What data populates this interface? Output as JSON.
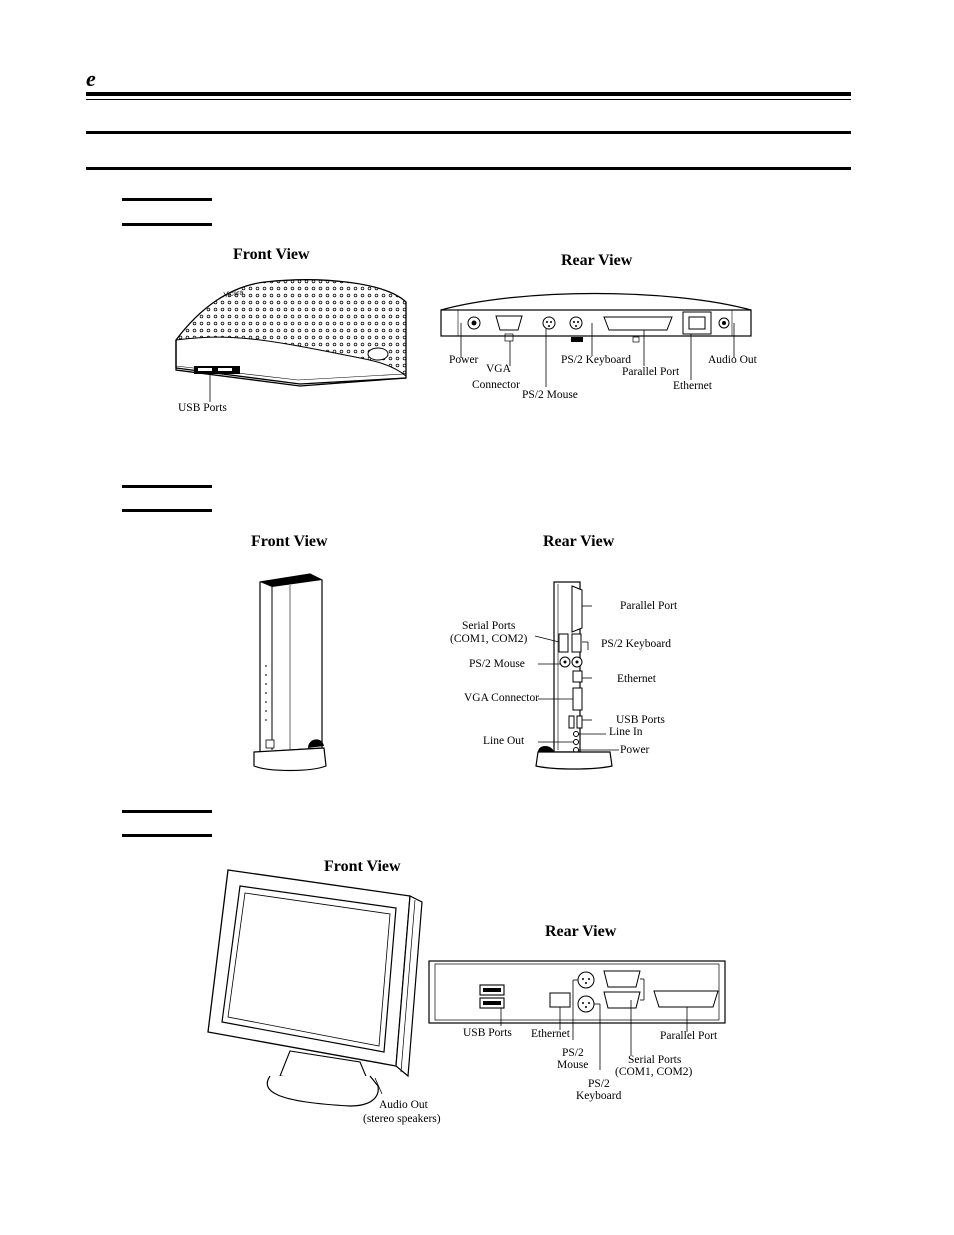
{
  "header": {
    "letter": "e"
  },
  "device1": {
    "front_title": "Front View",
    "rear_title": "Rear View",
    "brand": "Vicara",
    "front_labels": {
      "usb": "USB Ports"
    },
    "rear_labels": {
      "power": "Power",
      "vga_1": "VGA",
      "vga_2": "Connector",
      "ps2_mouse": "PS/2 Mouse",
      "ps2_keyboard": "PS/2 Keyboard",
      "parallel": "Parallel Port",
      "ethernet": "Ethernet",
      "audio_out": "Audio Out"
    }
  },
  "device2": {
    "front_title": "Front View",
    "rear_title": "Rear View",
    "rear_labels": {
      "parallel": "Parallel Port",
      "serial_1": "Serial Ports",
      "serial_2": "(COM1, COM2)",
      "ps2_keyboard": "PS/2 Keyboard",
      "ps2_mouse": "PS/2 Mouse",
      "ethernet": "Ethernet",
      "vga": "VGA Connector",
      "usb": "USB Ports",
      "line_in": "Line In",
      "line_out": "Line Out",
      "power": "Power"
    }
  },
  "device3": {
    "front_title": "Front View",
    "rear_title": "Rear View",
    "front_labels": {
      "audio_1": "Audio Out",
      "audio_2": "(stereo speakers)"
    },
    "rear_labels": {
      "usb": "USB Ports",
      "ethernet": "Ethernet",
      "ps2_mouse_1": "PS/2",
      "ps2_mouse_2": "Mouse",
      "ps2_keyboard_1": "PS/2",
      "ps2_keyboard_2": "Keyboard",
      "serial_1": "Serial Ports",
      "serial_2": "(COM1, COM2)",
      "parallel": "Parallel Port"
    }
  }
}
